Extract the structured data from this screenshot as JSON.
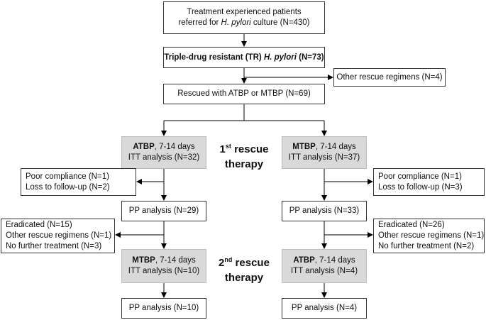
{
  "top": {
    "line1": "Treatment experienced patients",
    "line2_pre": "referred for ",
    "line2_em": "H. pylori",
    "line2_post": " culture (N=430)"
  },
  "tr": {
    "pre": "Triple-drug resistant (TR) ",
    "em": "H. pylori",
    "post": " (N=73)"
  },
  "other_top": "Other rescue regimens (N=4)",
  "rescued": "Rescued with ATBP or MTBP (N=69)",
  "first_rescue": {
    "ord": "1",
    "sup": "st",
    "word": " rescue",
    "line2": "therapy"
  },
  "second_rescue": {
    "ord": "2",
    "sup": "nd",
    "word": " rescue",
    "line2": "therapy"
  },
  "left": {
    "first": {
      "drug": "ATBP",
      "dur": ", 7-14 days",
      "itt": "ITT analysis (N=32)"
    },
    "loss": [
      "Poor compliance (N=1)",
      "Loss to follow-up (N=2)"
    ],
    "pp1": "PP analysis (N=29)",
    "outcomes": [
      "Eradicated (N=15)",
      "Other rescue regimens (N=1)",
      "No further treatment (N=3)"
    ],
    "second": {
      "drug": "MTBP",
      "dur": ", 7-14 days",
      "itt": "ITT analysis (N=10)"
    },
    "pp2": "PP analysis (N=10)"
  },
  "right": {
    "first": {
      "drug": "MTBP",
      "dur": ", 7-14 days",
      "itt": "ITT analysis (N=37)"
    },
    "loss": [
      "Poor compliance (N=1)",
      "Loss to follow-up (N=3)"
    ],
    "pp1": "PP analysis (N=33)",
    "outcomes": [
      "Eradicated (N=26)",
      "Other rescue regimens (N=1)",
      "No further treatment (N=2)"
    ],
    "second": {
      "drug": "ATBP",
      "dur": ", 7-14 days",
      "itt": "ITT analysis (N=4)"
    },
    "pp2": "PP analysis (N=4)"
  }
}
